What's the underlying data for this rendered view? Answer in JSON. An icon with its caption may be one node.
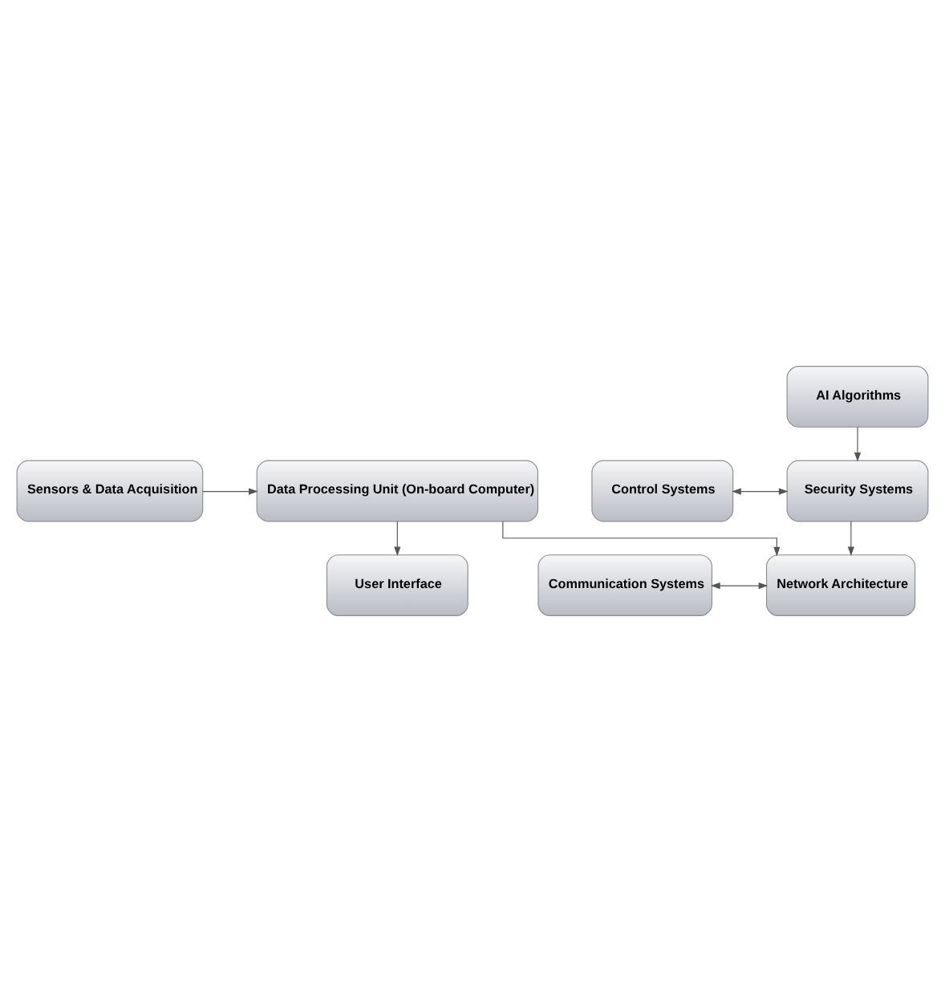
{
  "diagram": {
    "nodes": [
      {
        "text": [
          "Sensors & Data Acquisition"
        ]
      },
      {
        "text": [
          "Data Processing Unit (On-board Computer)"
        ]
      },
      {
        "text": [
          "User Interface"
        ]
      },
      {
        "text": [
          "AI Algorithms"
        ]
      },
      {
        "text": [
          "Control Systems"
        ]
      },
      {
        "text": [
          "Security Systems"
        ]
      },
      {
        "text": [
          "Communication Systems"
        ]
      },
      {
        "text": [
          "Network Architecture"
        ]
      }
    ],
    "edges": [
      {
        "from": 0,
        "to": 1,
        "arrow": "to"
      },
      {
        "from": 1,
        "to": 2,
        "arrow": "to"
      },
      {
        "from": 1,
        "to": 7,
        "arrow": "to"
      },
      {
        "from": 3,
        "to": 5,
        "arrow": "to"
      },
      {
        "from": 4,
        "to": 5,
        "arrow": "both"
      },
      {
        "from": 5,
        "to": 7,
        "arrow": "to"
      },
      {
        "from": 6,
        "to": 7,
        "arrow": "both"
      }
    ]
  }
}
